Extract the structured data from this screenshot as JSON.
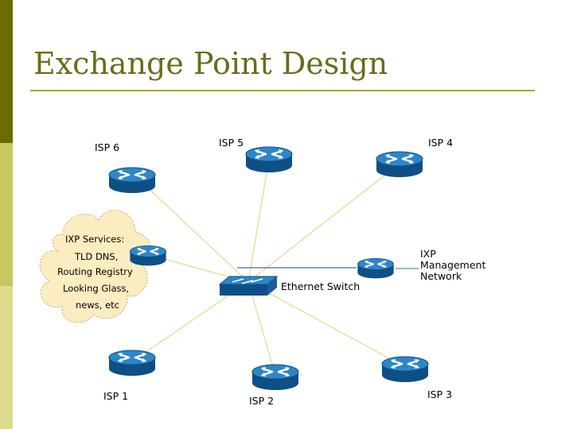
{
  "title": "Exchange Point Design",
  "colors": {
    "sidebar_dark": "#6b6b00",
    "sidebar_mid": "#c8c860",
    "sidebar_light": "#dcdc8c",
    "title": "#6b6b1a",
    "rule": "#a8a820",
    "router": "#1f6fb2",
    "link": "#e6d888",
    "mgmt_link": "#3a6ea5",
    "cloud": "#fbedc0"
  },
  "nodes": {
    "isp6": "ISP 6",
    "isp5": "ISP 5",
    "isp4": "ISP 4",
    "isp1": "ISP 1",
    "isp2": "ISP 2",
    "isp3": "ISP 3",
    "switch": "Ethernet Switch",
    "mgmt": [
      "IXP",
      "Management",
      "Network"
    ]
  },
  "cloud": {
    "lines": [
      "IXP Services:",
      "TLD DNS,",
      "Routing Registry",
      "Looking Glass,",
      "news, etc"
    ]
  },
  "icons": {
    "router": "router-icon",
    "switch": "ethernet-switch-icon",
    "cloud": "cloud-shape"
  }
}
